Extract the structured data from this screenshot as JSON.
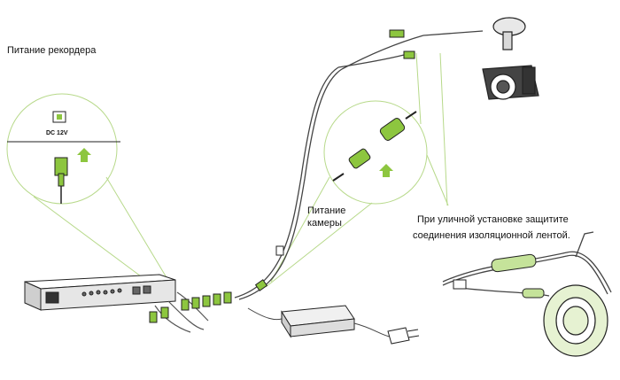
{
  "labels": {
    "recorder_power": "Питание рекордера",
    "camera_power_line1": "Питание",
    "camera_power_line2": "камеры",
    "outdoor_line1": "При уличной установке защитите",
    "outdoor_line2": "соединения изоляционной лентой.",
    "dc_label": "DC 12V"
  },
  "colors": {
    "accent_green": "#8dc63f",
    "line": "#222222",
    "callout": "#b7d98a"
  },
  "icons": [
    "dc-jack-icon",
    "up-arrow-icon",
    "plug-icon",
    "camera-icon",
    "tape-roll-icon"
  ]
}
